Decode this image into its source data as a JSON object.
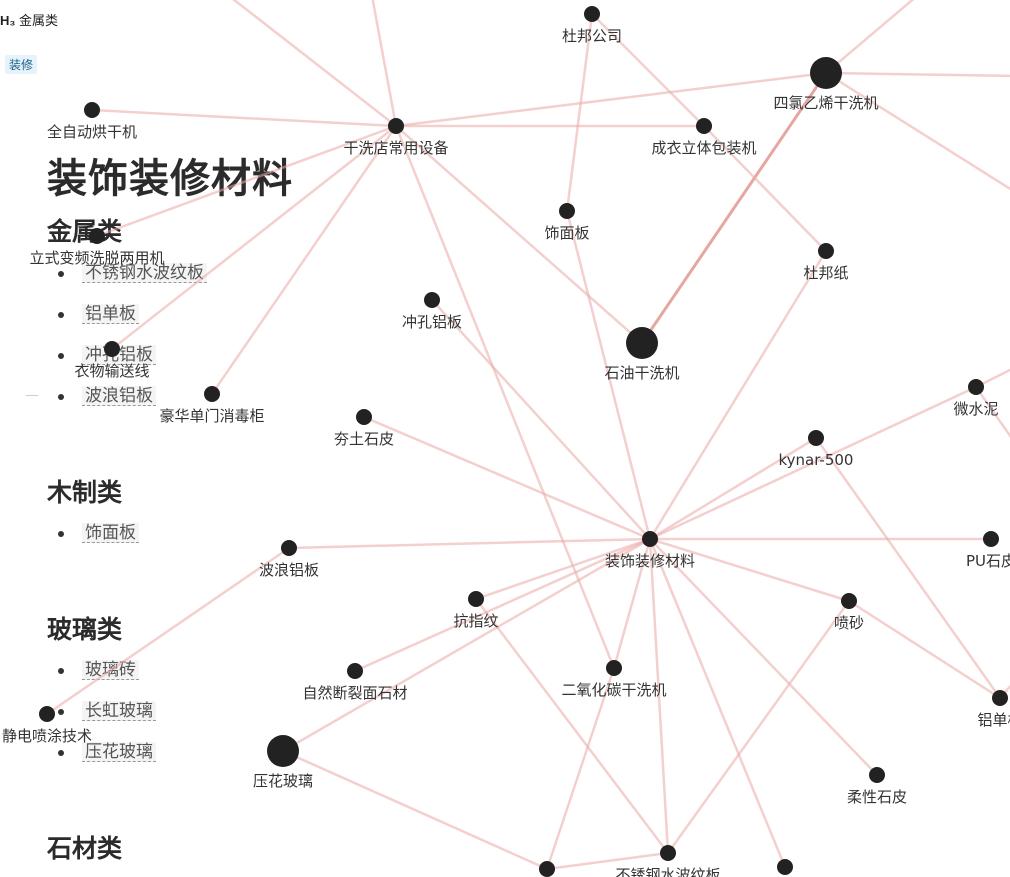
{
  "breadcrumb": {
    "h3": "H₃",
    "text": "金属类"
  },
  "tag": "装修",
  "page_title": "装饰装修材料",
  "sections": [
    {
      "title": "金属类",
      "items": [
        "不锈钢水波纹板",
        "铝单板",
        "冲孔铝板",
        "波浪铝板"
      ]
    },
    {
      "title": "木制类",
      "items": [
        "饰面板"
      ]
    },
    {
      "title": "玻璃类",
      "items": [
        "玻璃砖",
        "长虹玻璃",
        "压花玻璃"
      ]
    },
    {
      "title": "石材类",
      "items": []
    }
  ],
  "graph": {
    "colors": {
      "edge": "#e9aaa5",
      "edge_strong": "#e29892",
      "node": "#222222",
      "label": "#333333"
    },
    "nodes": [
      {
        "id": "dupont-company",
        "label": "杜邦公司"
      },
      {
        "id": "ptfe-dry-cleaner",
        "label": "四氯乙烯干洗机"
      },
      {
        "id": "full-auto-dryer",
        "label": "全自动烘干机"
      },
      {
        "id": "dry-clean-equipment",
        "label": "干洗店常用设备"
      },
      {
        "id": "garment-packer",
        "label": "成衣立体包装机"
      },
      {
        "id": "veneer-board-node",
        "label": "饰面板"
      },
      {
        "id": "vertical-washer",
        "label": "立式变频洗脱两用机"
      },
      {
        "id": "dupont-paper",
        "label": "杜邦纸"
      },
      {
        "id": "perforated-aluminum-node",
        "label": "冲孔铝板"
      },
      {
        "id": "petroleum-dry-cleaner",
        "label": "石油干洗机"
      },
      {
        "id": "clothes-conveyor",
        "label": "衣物输送线"
      },
      {
        "id": "luxury-sterilizer",
        "label": "豪华单门消毒柜"
      },
      {
        "id": "kuatu-stone",
        "label": "夯土石皮"
      },
      {
        "id": "micro-cement",
        "label": "微水泥"
      },
      {
        "id": "kynar-500",
        "label": "kynar-500"
      },
      {
        "id": "decoration-materials",
        "label": "装饰装修材料"
      },
      {
        "id": "wave-aluminum-node",
        "label": "波浪铝板"
      },
      {
        "id": "pu-stone",
        "label": "PU石皮"
      },
      {
        "id": "anti-fingerprint",
        "label": "抗指纹"
      },
      {
        "id": "sandblast",
        "label": "喷砂"
      },
      {
        "id": "natural-fracture-stone",
        "label": "自然断裂面石材"
      },
      {
        "id": "co2-dry-cleaner",
        "label": "二氧化碳干洗机"
      },
      {
        "id": "aluminum-single-node",
        "label": "铝单板"
      },
      {
        "id": "electrostatic-spray",
        "label": "静电喷涂技术"
      },
      {
        "id": "embossed-glass-node",
        "label": "压花玻璃"
      },
      {
        "id": "flexible-stone",
        "label": "柔性石皮"
      },
      {
        "id": "bottom-node-a",
        "label": ""
      },
      {
        "id": "stainless-wave-node",
        "label": "不锈钢水波纹板"
      },
      {
        "id": "bottom-node-b",
        "label": ""
      }
    ]
  }
}
